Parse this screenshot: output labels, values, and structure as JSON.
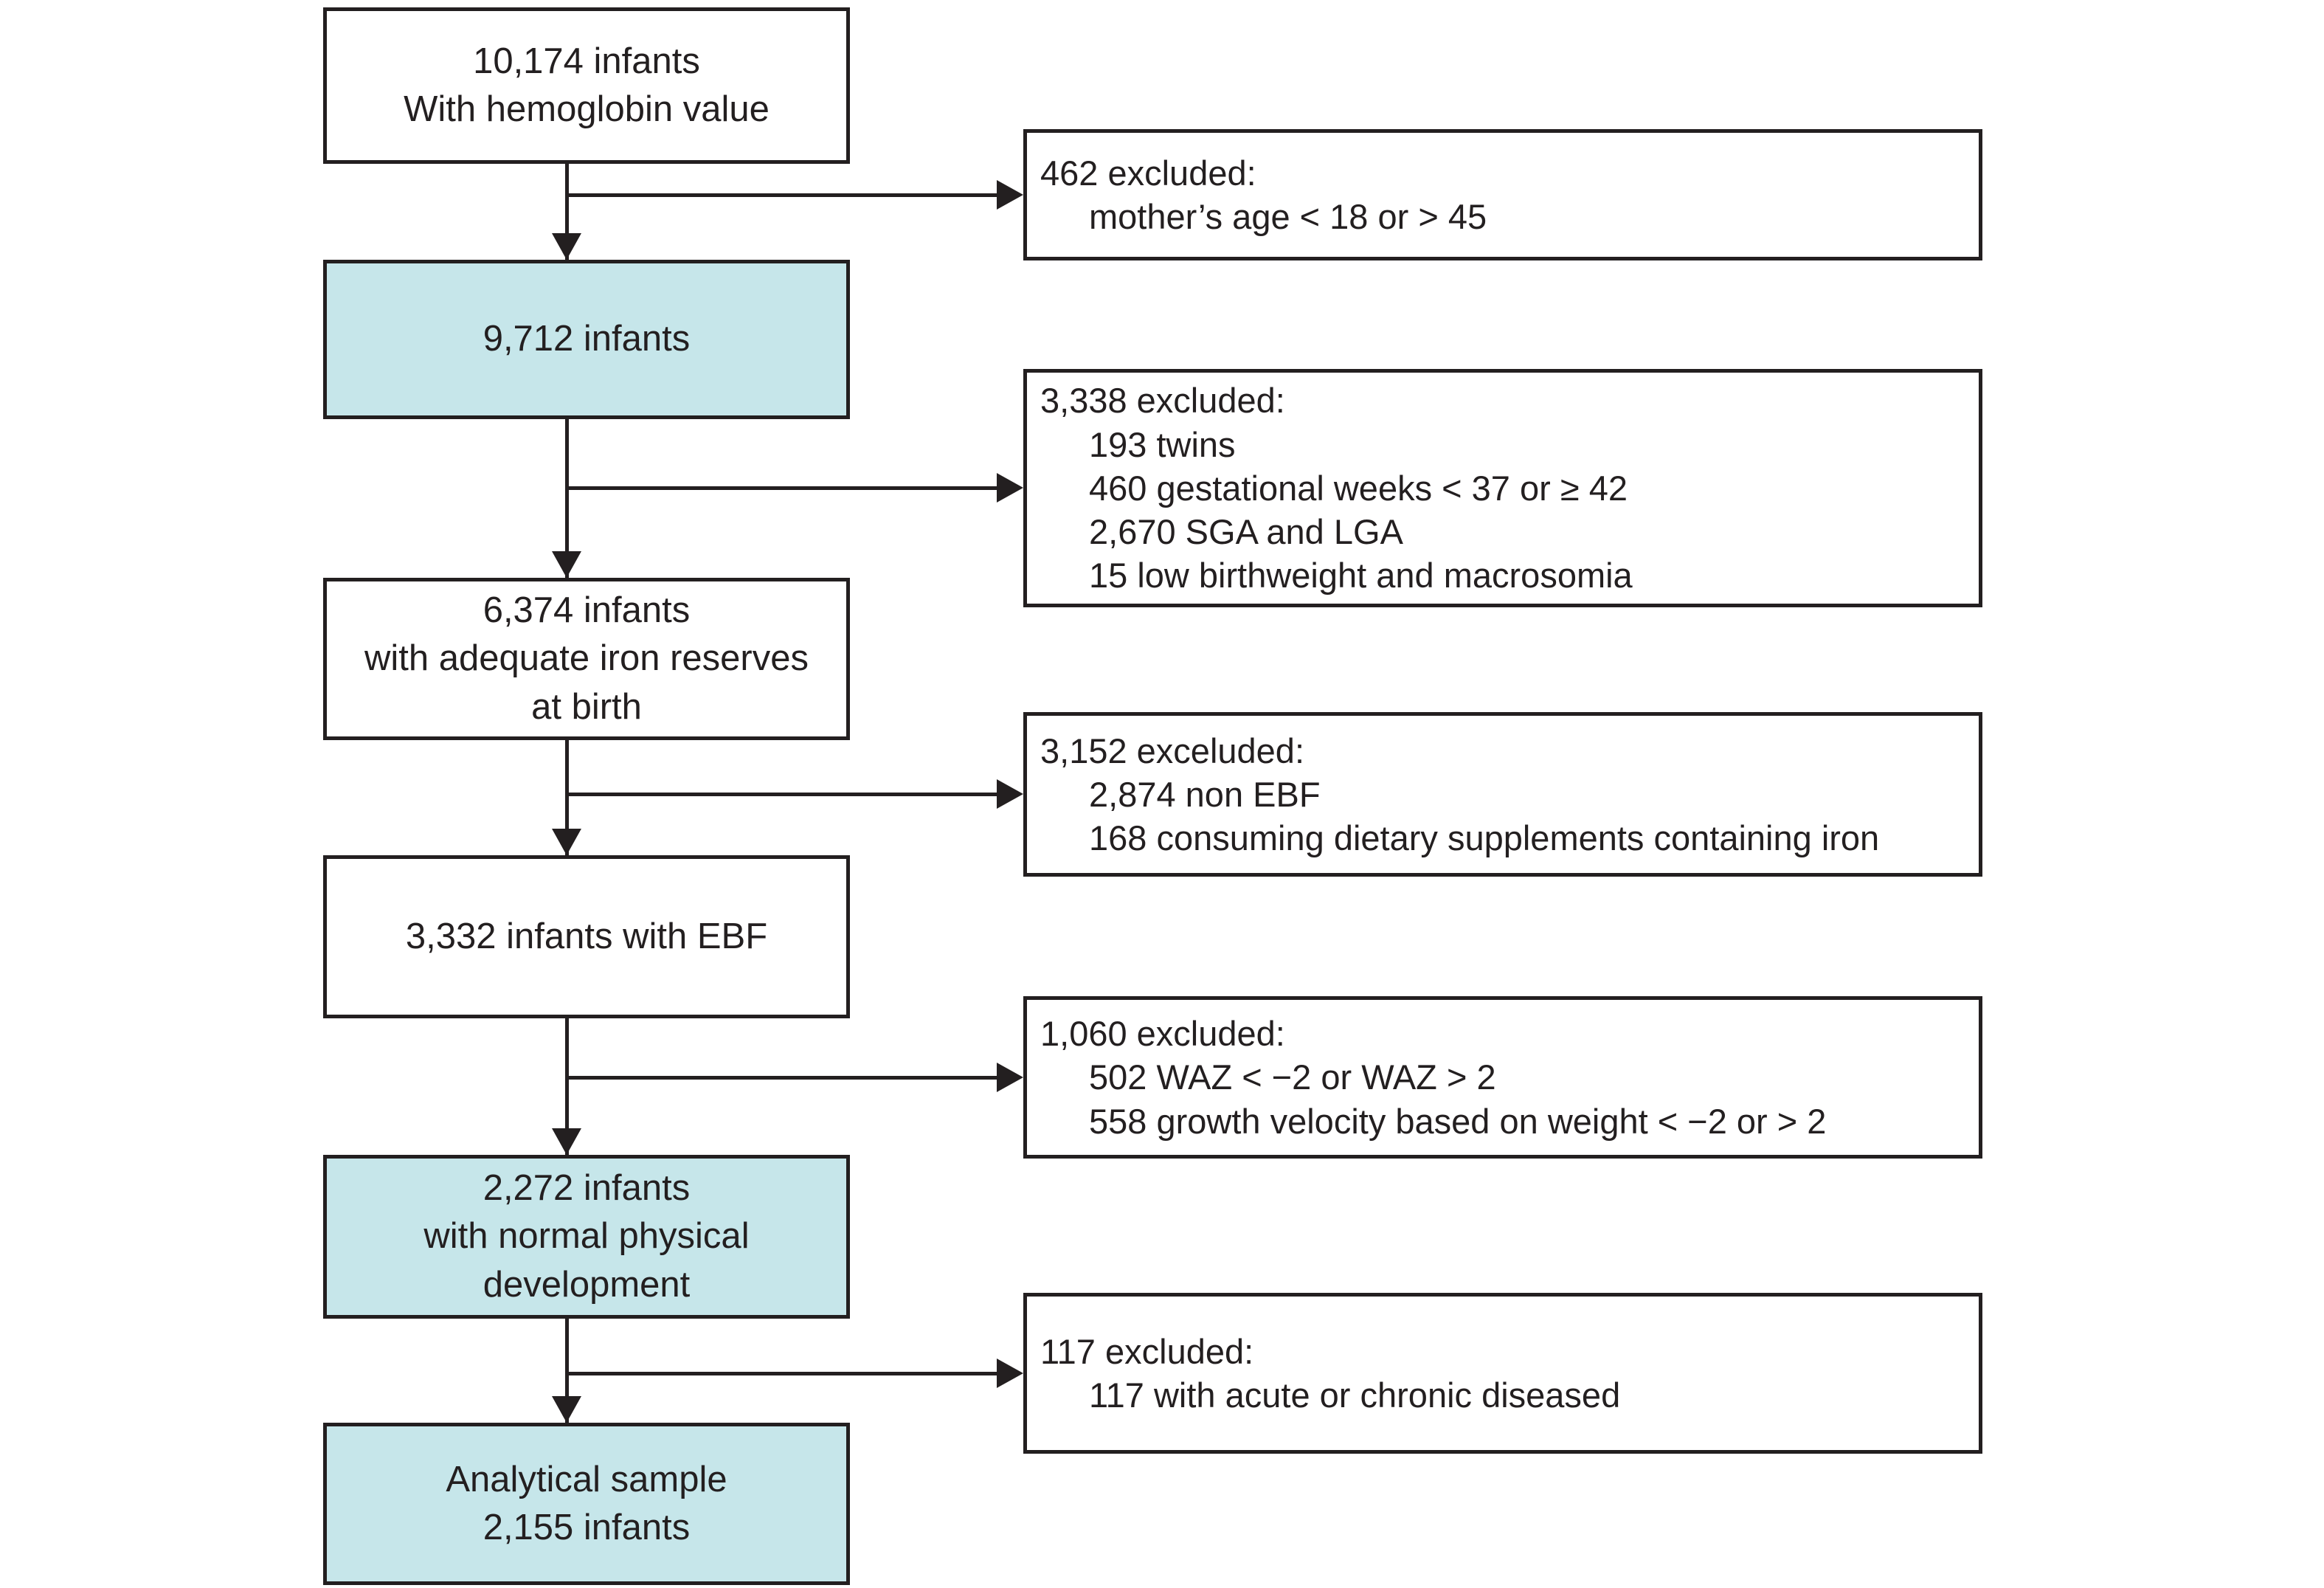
{
  "flow": {
    "colors": {
      "background": "#ffffff",
      "box_border": "#231f20",
      "text": "#231f20",
      "plain_fill": "#ffffff",
      "highlight_fill": "#c6e6ea",
      "connector": "#231f20"
    },
    "main_boxes": [
      {
        "highlighted": false,
        "lines": [
          "10,174 infants",
          "With hemoglobin value"
        ]
      },
      {
        "highlighted": true,
        "lines": [
          "9,712 infants"
        ]
      },
      {
        "highlighted": false,
        "lines": [
          "6,374 infants",
          "with adequate iron reserves",
          "at birth"
        ]
      },
      {
        "highlighted": false,
        "lines": [
          "3,332 infants with EBF"
        ]
      },
      {
        "highlighted": true,
        "lines": [
          "2,272 infants",
          "with normal physical",
          "development"
        ]
      },
      {
        "highlighted": true,
        "lines": [
          "Analytical sample",
          "2,155 infants"
        ]
      }
    ],
    "exclusion_boxes": [
      {
        "header": "462 excluded:",
        "items": [
          "mother’s age < 18 or > 45"
        ]
      },
      {
        "header": "3,338 excluded:",
        "items": [
          "193 twins",
          "460 gestational weeks < 37 or ≥ 42",
          "2,670 SGA and LGA",
          "15 low birthweight and macrosomia"
        ]
      },
      {
        "header": "3,152 exceluded:",
        "items": [
          "2,874 non EBF",
          "168 consuming dietary supplements containing iron"
        ]
      },
      {
        "header": "1,060 excluded:",
        "items": [
          "502 WAZ < −2 or WAZ > 2",
          "558 growth velocity based on weight < −2 or > 2"
        ]
      },
      {
        "header": "117 excluded:",
        "items": [
          "117 with acute or chronic diseased"
        ]
      }
    ]
  }
}
